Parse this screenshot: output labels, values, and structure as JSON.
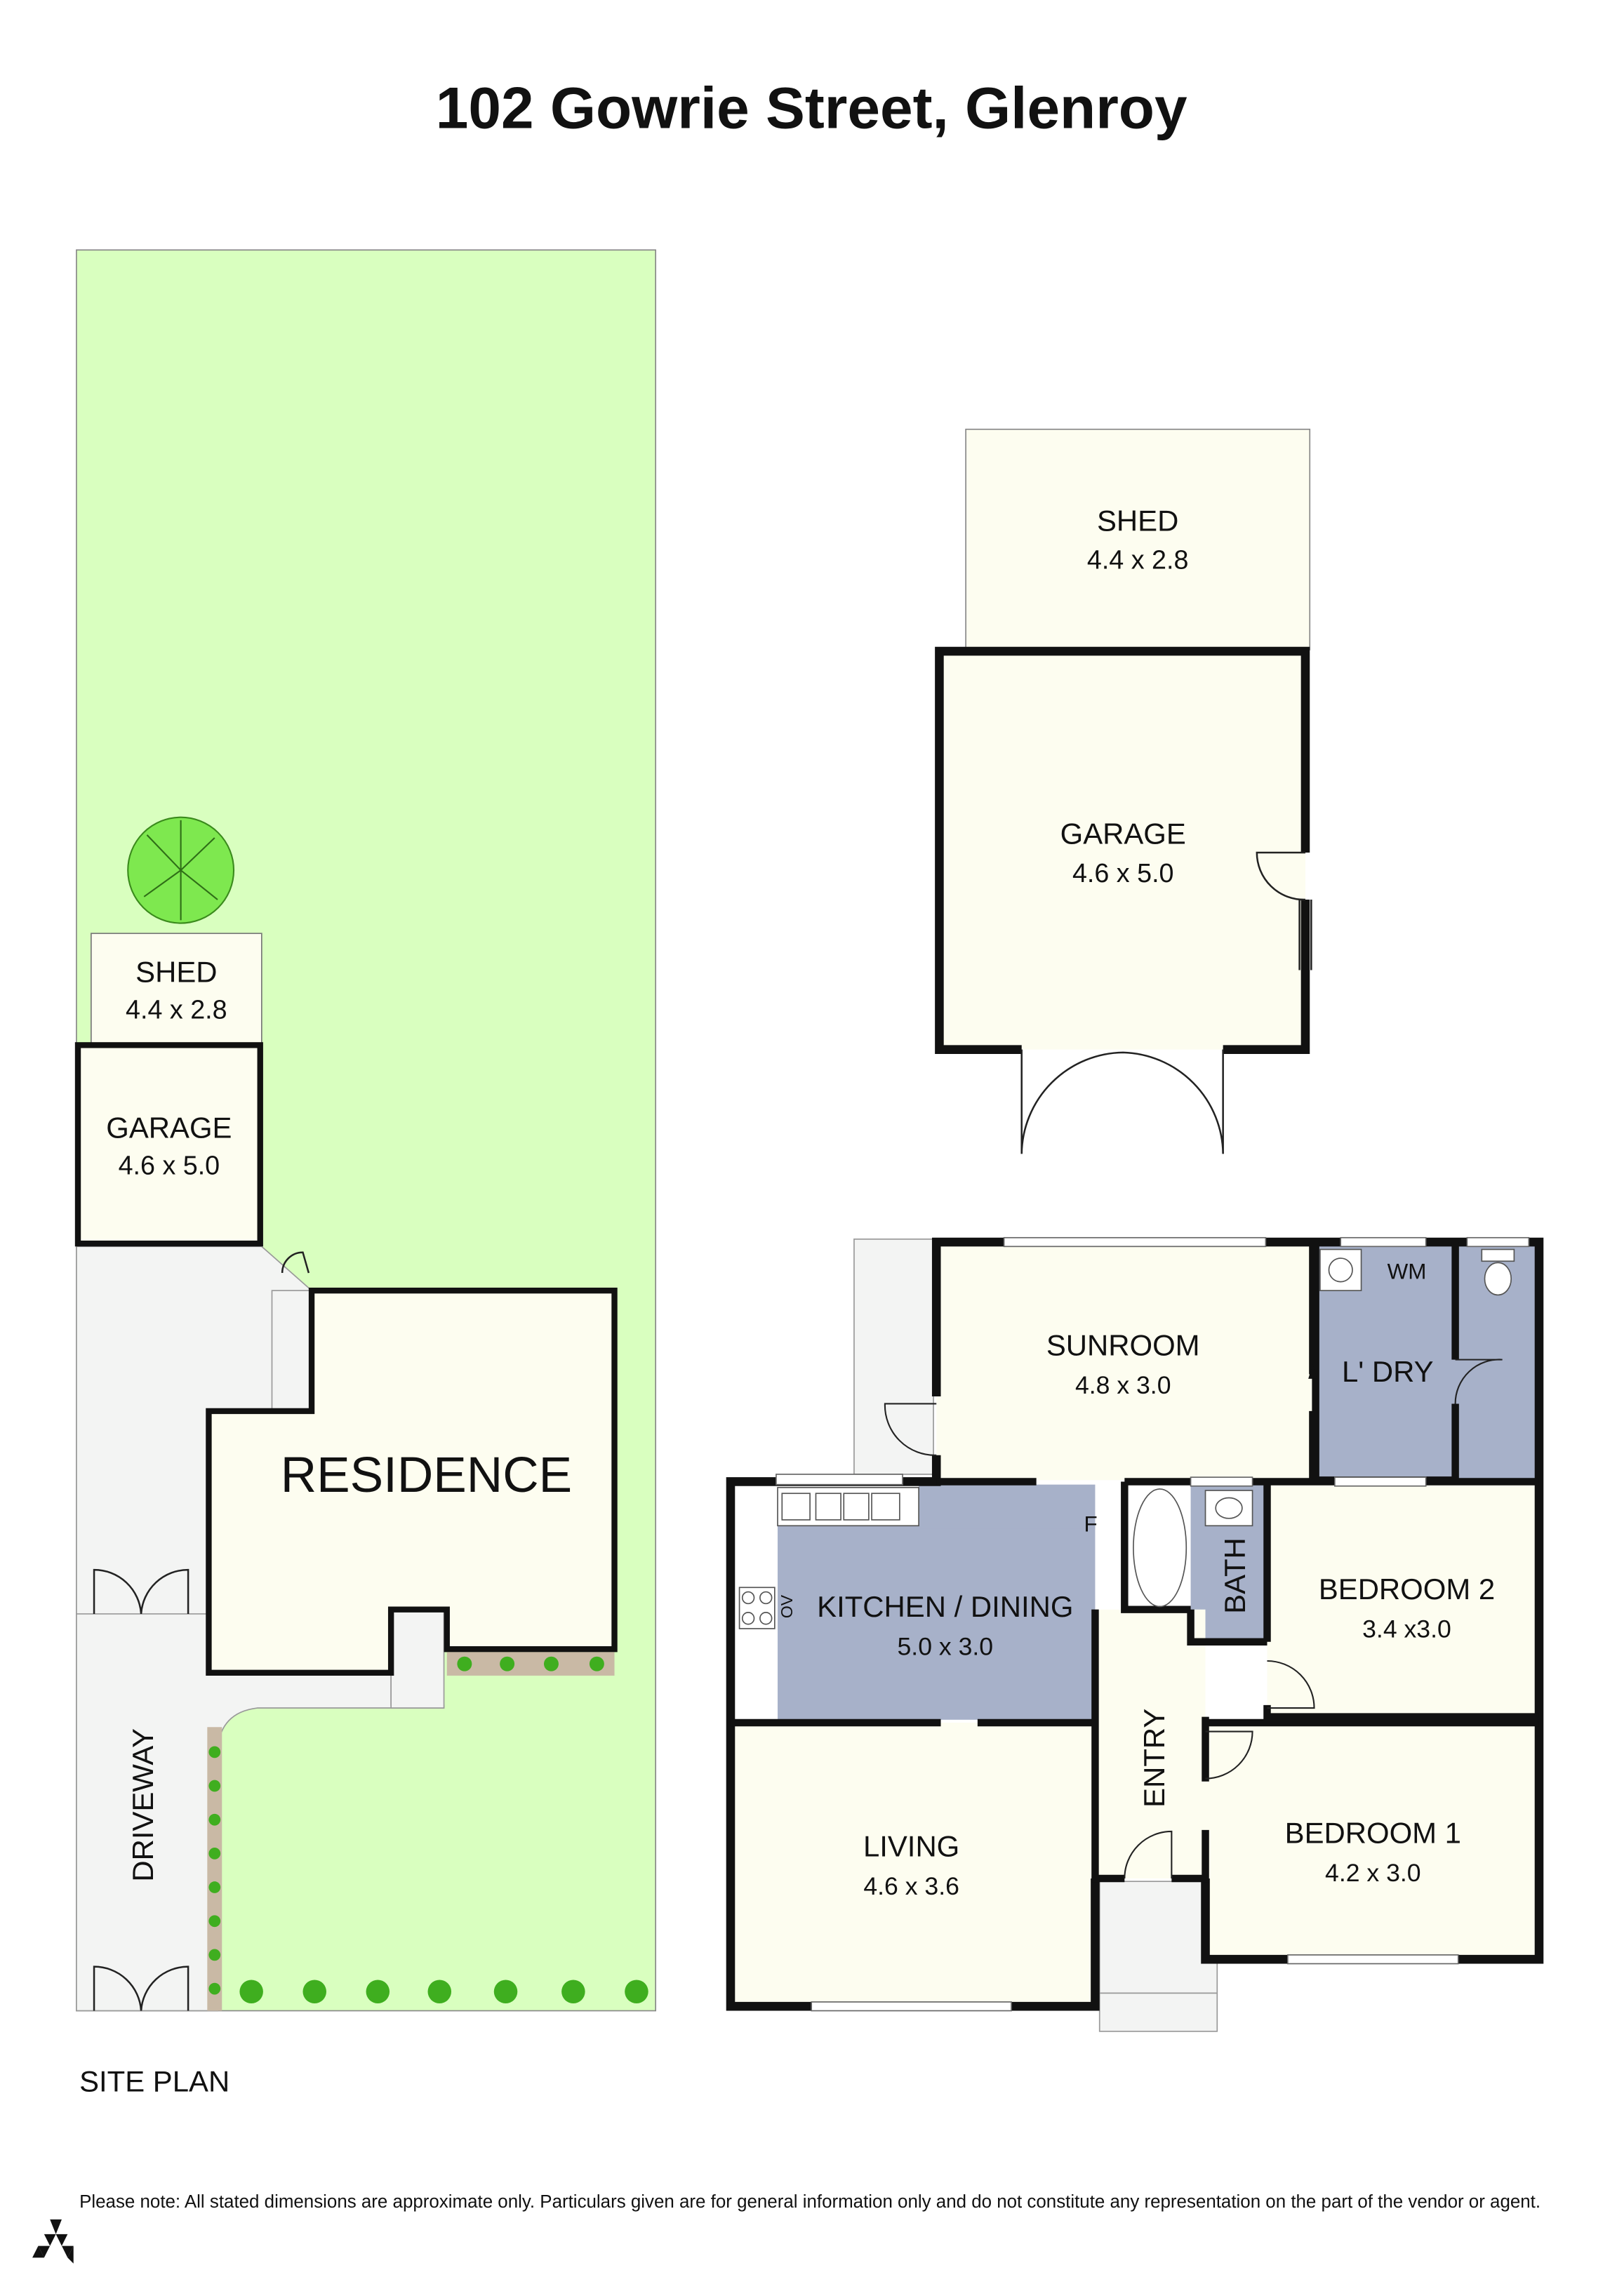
{
  "title": "102 Gowrie Street, Glenroy",
  "colors": {
    "lawn": "#d9ffbf",
    "room": "#fdfdf0",
    "wet": "#a7b1c9",
    "path": "#f3f4f3",
    "hedge": "#c9b9a5",
    "tree": "#7ee84f"
  },
  "site_plan": {
    "label": "SITE PLAN",
    "shed": {
      "name": "SHED",
      "dims": "4.4 x 2.8"
    },
    "garage": {
      "name": "GARAGE",
      "dims": "4.6 x 5.0"
    },
    "residence": "RESIDENCE",
    "driveway": "DRIVEWAY"
  },
  "outbuildings": {
    "shed": {
      "name": "SHED",
      "dims": "4.4 x 2.8"
    },
    "garage": {
      "name": "GARAGE",
      "dims": "4.6 x 5.0"
    }
  },
  "floor_plan": {
    "sunroom": {
      "name": "SUNROOM",
      "dims": "4.8 x 3.0"
    },
    "laundry": {
      "name": "L' DRY",
      "wm": "WM"
    },
    "kitchen": {
      "name": "KITCHEN / DINING",
      "dims": "5.0 x 3.0",
      "fridge": "F",
      "oven": "OV"
    },
    "bath": {
      "name": "BATH"
    },
    "bedroom2": {
      "name": "BEDROOM 2",
      "dims": "3.4 x3.0"
    },
    "bedroom1": {
      "name": "BEDROOM 1",
      "dims": "4.2 x 3.0"
    },
    "entry": {
      "name": "ENTRY"
    },
    "living": {
      "name": "LIVING",
      "dims": "4.6 x 3.6"
    }
  },
  "disclaimer": "Please note: All stated dimensions are approximate only. Particulars given are for general information only and do not constitute any representation on the part of the vendor or agent."
}
